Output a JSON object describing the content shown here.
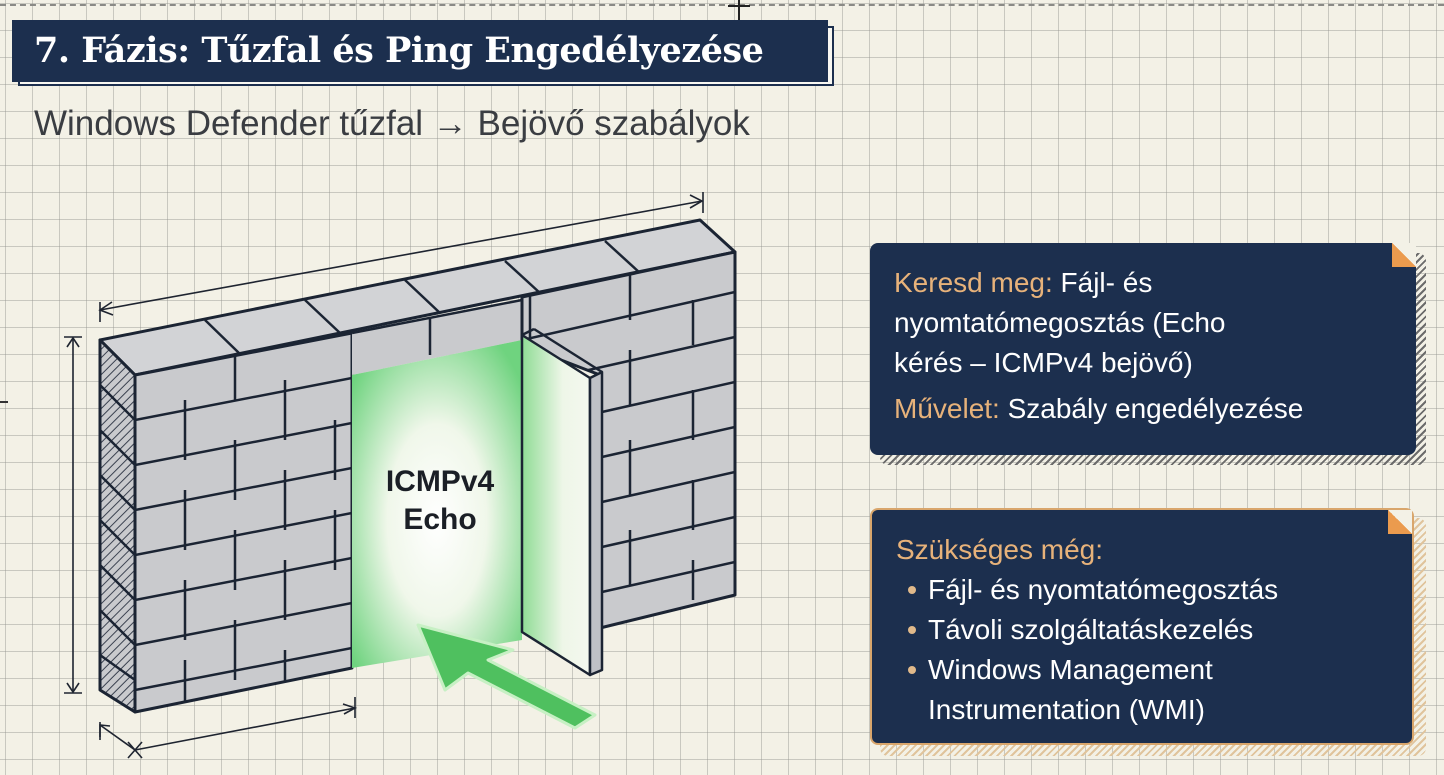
{
  "slide": {
    "title": "7. Fázis: Tűzfal és Ping Engedélyezése",
    "subtitle": "Windows Defender tűzfal → Bejövő szabályok"
  },
  "illustration": {
    "door_label_line1": "ICMPv4",
    "door_label_line2": "Echo",
    "icons": [
      "brick-wall-icon",
      "open-door-icon",
      "inbound-arrow-icon",
      "dimension-lines"
    ],
    "colors": {
      "wall": "#c9cacd",
      "outline": "#1b2433",
      "door_glow": "#6fd37f",
      "arrow": "#4fc05f"
    }
  },
  "cards": {
    "find": {
      "label_find": "Keresd meg:",
      "text_find_line1": "Fájl- és",
      "text_find_line2": "nyomtatómegosztás (Echo",
      "text_find_line3": "kérés – ICMPv4 bejövő)",
      "label_action": "Művelet:",
      "text_action": "Szabály engedélyezése"
    },
    "required": {
      "heading": "Szükséges még:",
      "items": [
        "Fájl- és nyomtatómegosztás",
        "Távoli szolgáltatáskezelés",
        "Windows Management",
        "Instrumentation (WMI)"
      ]
    }
  },
  "colors": {
    "navy": "#1c2f4e",
    "accent_text": "#e7b27a",
    "fold_corner": "#eb9b4e",
    "paper": "#f3f1e6"
  }
}
